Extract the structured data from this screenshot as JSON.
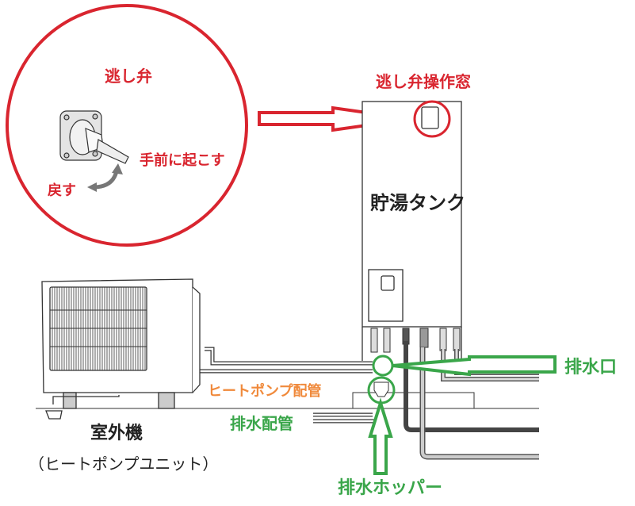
{
  "colors": {
    "red": "#d9252f",
    "green": "#3aa64a",
    "orange": "#f08a3c"
  },
  "callout": {
    "title": "逃し弁",
    "raise_label": "手前に起こす",
    "return_label": "戻す"
  },
  "tank": {
    "window_label": "逃し弁操作窓",
    "name": "貯湯タンク"
  },
  "outdoor_unit": {
    "name": "室外機",
    "subname": "（ヒートポンプユニット）"
  },
  "labels": {
    "heat_pump_piping": "ヒートポンプ配管",
    "drain_piping": "排水配管",
    "drain_outlet": "排水口",
    "drain_hopper": "排水ホッパー"
  }
}
